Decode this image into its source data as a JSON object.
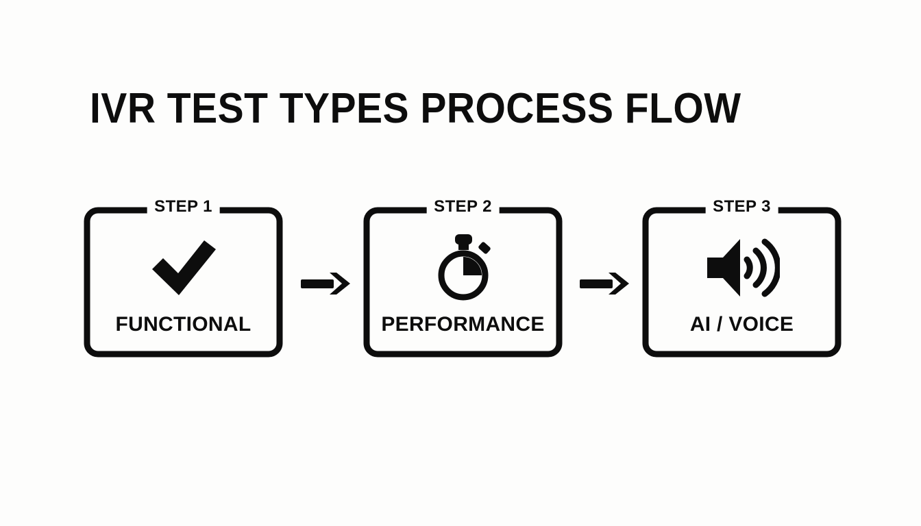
{
  "page": {
    "title": "IVR TEST TYPES PROCESS FLOW",
    "background_color": "#fdfdfc",
    "ink_color": "#0d0d0d"
  },
  "flow": {
    "type": "process-flow",
    "orientation": "horizontal",
    "step_count": 3,
    "steps": [
      {
        "step_label": "STEP 1",
        "name": "FUNCTIONAL",
        "icon": "checkmark-icon"
      },
      {
        "step_label": "STEP 2",
        "name": "PERFORMANCE",
        "icon": "stopwatch-icon"
      },
      {
        "step_label": "STEP 3",
        "name": "AI / VOICE",
        "icon": "speaker-volume-icon"
      }
    ],
    "connectors": [
      {
        "icon": "arrow-right-icon",
        "from": "STEP 1",
        "to": "STEP 2"
      },
      {
        "icon": "arrow-right-icon",
        "from": "STEP 2",
        "to": "STEP 3"
      }
    ]
  }
}
